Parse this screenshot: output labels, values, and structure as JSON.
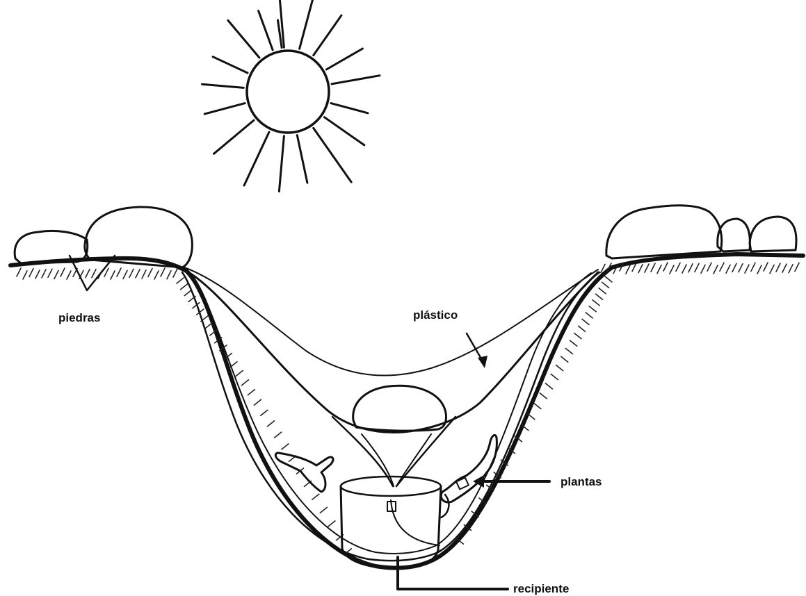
{
  "labels": {
    "piedras": "piedras",
    "plastico": "plástico",
    "plantas": "plantas",
    "recipiente": "recipiente"
  },
  "colors": {
    "ink": "#111111",
    "background": "#ffffff"
  }
}
